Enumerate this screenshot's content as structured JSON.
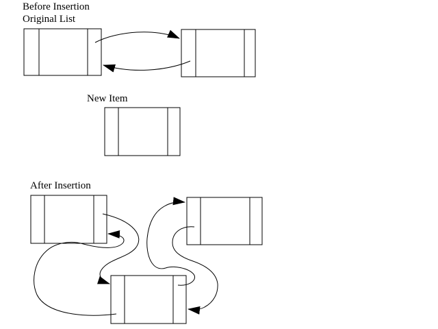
{
  "colors": {
    "background": "#ffffff",
    "ink": "#000000"
  },
  "sections": {
    "before": {
      "title": "Before Insertion",
      "subtitle": "Original List"
    },
    "new_item": {
      "label": "New Item"
    },
    "after": {
      "title": "After Insertion"
    }
  }
}
